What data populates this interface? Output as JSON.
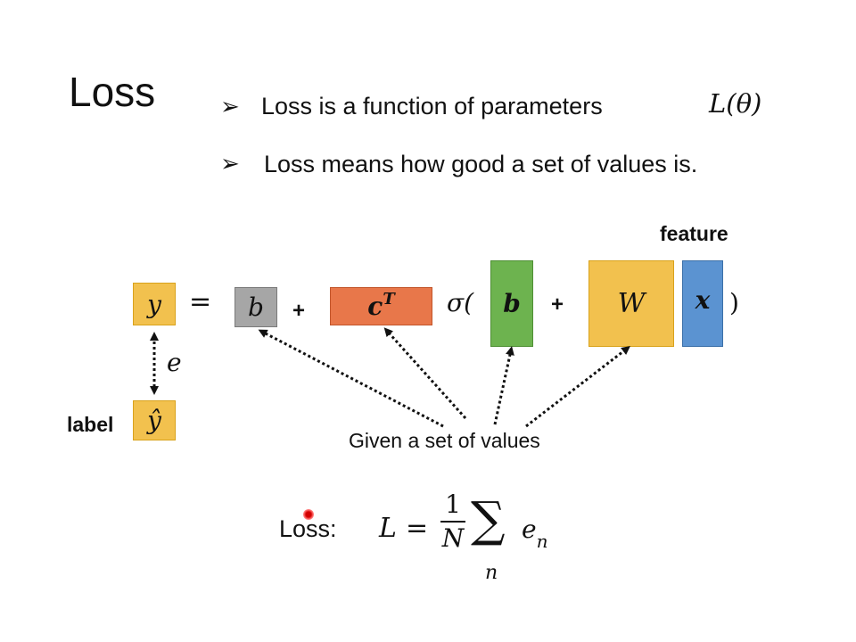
{
  "slide": {
    "title": "Loss",
    "bullets": [
      {
        "text": "Loss is a function of parameters",
        "math": "L(θ)"
      },
      {
        "text": "Loss means how good a set of values is."
      }
    ],
    "bullet_marker": "➢"
  },
  "diagram": {
    "feature_label": "feature",
    "label_label": "label",
    "y": "y",
    "equals": "=",
    "b": "b",
    "plus": "+",
    "c_base": "c",
    "c_sup": "T",
    "sigma_open": "σ(",
    "W": "W",
    "x": "x",
    "close_paren": ")",
    "e": "e",
    "y_hat": "ŷ",
    "caption": "Given a set of values"
  },
  "loss_formula": {
    "label": "Loss:",
    "L": "L",
    "equals": "=",
    "numerator": "1",
    "denominator": "N",
    "sum_symbol": "∑",
    "sum_index": "n",
    "term_base": "e",
    "term_sub": "n"
  },
  "colors": {
    "yellow_box": "#f2c14e",
    "gray_box": "#a6a6a6",
    "orange_box": "#e8774a",
    "green_box": "#6db34f",
    "blue_box": "#5b93d1",
    "cursor": "#d40000"
  }
}
